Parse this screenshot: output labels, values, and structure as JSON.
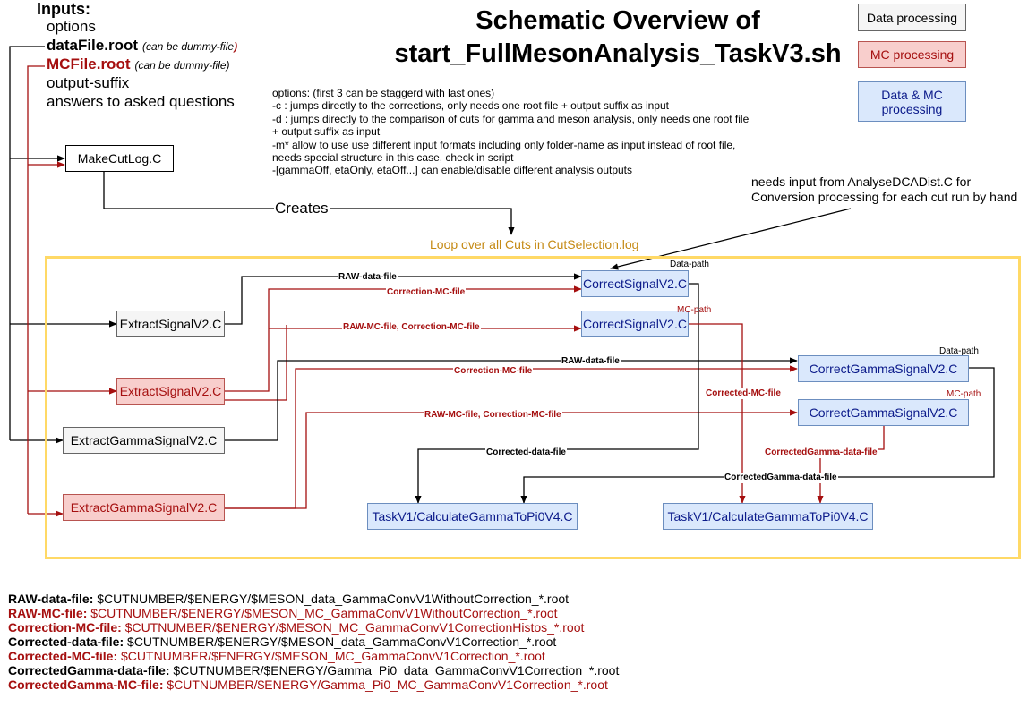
{
  "title": {
    "line1": "Schematic Overview of",
    "line2": "start_FullMesonAnalysis_TaskV3.sh"
  },
  "inputs": {
    "heading": "Inputs:",
    "options": "options",
    "data_file": "dataFile.root",
    "data_note": "(can be dummy-file",
    "data_note_paren": ")",
    "mc_file": "MCFile.root",
    "mc_note": "(can be dummy-file)",
    "output_suffix": "output-suffix",
    "answers": "answers to asked questions"
  },
  "legend": {
    "data": "Data processing",
    "mc": "MC processing",
    "both": "Data & MC processing",
    "colors": {
      "data": "#f5f5f5",
      "mc": "#f8cecc",
      "both": "#dae8fc",
      "frame": "#ffd966",
      "mc_text": "#a50f0f"
    }
  },
  "options_text": [
    "options: (first 3 can be staggerd with last ones)",
    "-c : jumps directly to the corrections, only needs one root file + output suffix as input",
    "-d : jumps directly to the comparison of cuts for gamma and meson analysis, only needs one root file",
    "+ output suffix as input",
    "-m* allow to use use different input formats including only folder-name as input instead of root file,",
    "needs special structure in this case, check in script",
    "-[gammaOff, etaOnly, etaOff...] can enable/disable different analysis outputs"
  ],
  "dca_note": {
    "line1": "needs input from AnalyseDCADist.C for",
    "line2": "Conversion processing for each cut run by hand"
  },
  "makecutlog": "MakeCutLog.C",
  "creates": "Creates",
  "loop": "Loop over all Cuts in CutSelection.log",
  "boxes": {
    "extract_signal_data": "ExtractSignalV2.C",
    "extract_signal_mc": "ExtractSignalV2.C",
    "extract_gamma_data": "ExtractGammaSignalV2.C",
    "extract_gamma_mc": "ExtractGammaSignalV2.C",
    "correct_signal_data": "CorrectSignalV2.C",
    "correct_signal_mc": "CorrectSignalV2.C",
    "correct_gamma_data": "CorrectGammaSignalV2.C",
    "correct_gamma_mc": "CorrectGammaSignalV2.C",
    "calc_gamma_data": "TaskV1/CalculateGammaToPi0V4.C",
    "calc_gamma_mc": "TaskV1/CalculateGammaToPi0V4.C"
  },
  "path_labels": {
    "data_path_1": "Data-path",
    "mc_path_1": "MC-path",
    "data_path_2": "Data-path",
    "mc_path_2": "MC-path"
  },
  "edge_labels": {
    "raw_data_1": "RAW-data-file",
    "corr_mc_1": "Correction-MC-file",
    "raw_mc_corr_mc_1": "RAW-MC-file, Correction-MC-file",
    "raw_data_2": "RAW-data-file",
    "corr_mc_2": "Correction-MC-file",
    "raw_mc_corr_mc_2": "RAW-MC-file, Correction-MC-file",
    "corrected_mc": "Corrected-MC-file",
    "corrected_gamma_data_mc": "CorrectedGamma-data-file",
    "corrected_data": "Corrected-data-file",
    "corrected_gamma_data": "CorrectedGamma-data-file"
  },
  "files": [
    {
      "key": "RAW-data-file:",
      "val": "$CUTNUMBER/$ENERGY/$MESON_data_GammaConvV1WithoutCorrection_*.root",
      "mc": false
    },
    {
      "key": "RAW-MC-file:",
      "val": "$CUTNUMBER/$ENERGY/$MESON_MC_GammaConvV1WithoutCorrection_*.root",
      "mc": true
    },
    {
      "key": "Correction-MC-file:",
      "val": "$CUTNUMBER/$ENERGY/$MESON_MC_GammaConvV1CorrectionHistos_*.root",
      "mc": true
    },
    {
      "key": "Corrected-data-file:",
      "val": "$CUTNUMBER/$ENERGY/$MESON_data_GammaConvV1Correction_*.root",
      "mc": false
    },
    {
      "key": "Corrected-MC-file:",
      "val": "$CUTNUMBER/$ENERGY/$MESON_MC_GammaConvV1Correction_*.root",
      "mc": true
    },
    {
      "key": "CorrectedGamma-data-file:",
      "val": "$CUTNUMBER/$ENERGY/Gamma_Pi0_data_GammaConvV1Correction_*.root",
      "mc": false
    },
    {
      "key": "CorrectedGamma-MC-file:",
      "val": "$CUTNUMBER/$ENERGY/Gamma_Pi0_MC_GammaConvV1Correction_*.root",
      "mc": true
    }
  ]
}
